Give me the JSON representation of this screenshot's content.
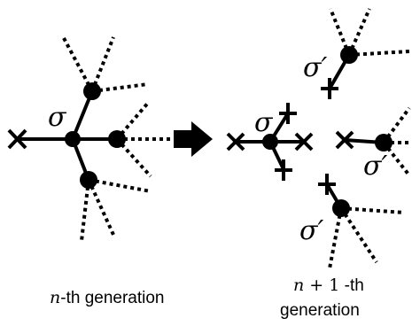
{
  "labels": {
    "sigma": "σ",
    "sigma_prime": "σ′"
  },
  "captions": {
    "left": {
      "math": "n",
      "rest": "-th generation"
    },
    "right": {
      "math": "n",
      "plus_one": " + 1",
      "rest": " -th",
      "line2": "generation"
    }
  },
  "colors": {
    "ink": "#000000",
    "background": "#ffffff"
  },
  "icons": {
    "arrow": "right-arrow-icon",
    "cross": "cross-icon",
    "node": "filled-circle-icon"
  }
}
